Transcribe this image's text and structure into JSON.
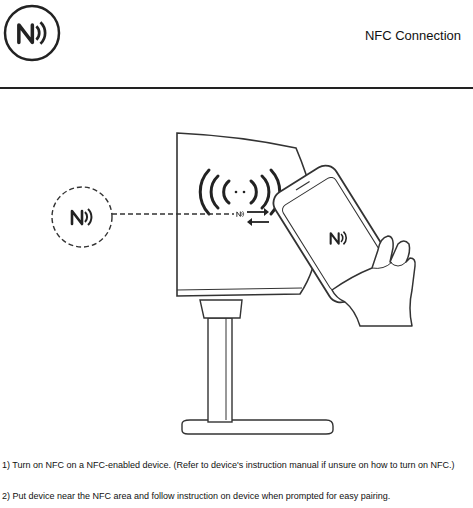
{
  "diagram": {
    "title": "NFC Connection",
    "labels": [
      "1) Turn on NFC on a NFC-enabled device. (Refer to device's instruction manual if unsure on how to turn on NFC.)",
      "2) Put device near the NFC area and follow instruction on device when prompted for easy pairing."
    ]
  }
}
